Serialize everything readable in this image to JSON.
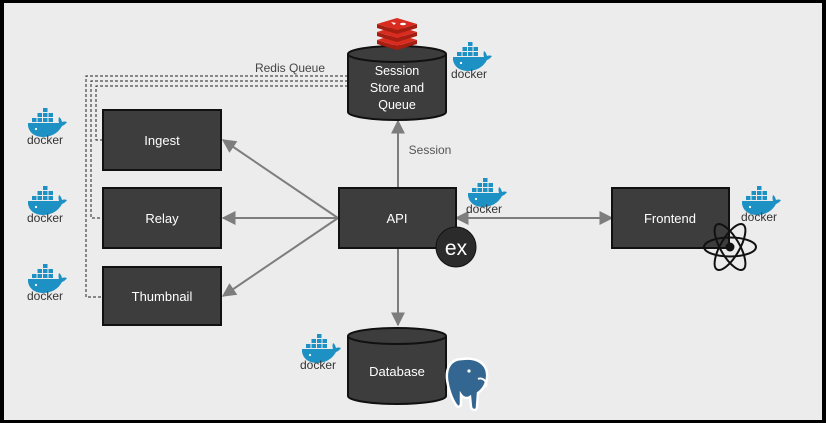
{
  "nodes": {
    "ingest": "Ingest",
    "relay": "Relay",
    "thumbnail": "Thumbnail",
    "api": "API",
    "frontend": "Frontend",
    "session_store": [
      "Session",
      "Store and",
      "Queue"
    ],
    "database": "Database"
  },
  "edges": {
    "redis_queue": "Redis Queue",
    "session": "Session"
  },
  "logos": {
    "docker": "docker",
    "express": "ex"
  },
  "colors": {
    "background": "#ececec",
    "box_fill": "#3d3d3d",
    "box_stroke": "#111111",
    "arrow": "#7d7d7d",
    "docker_blue": "#1d91c4",
    "redis_red": "#c6302b",
    "postgres_blue": "#336791"
  }
}
